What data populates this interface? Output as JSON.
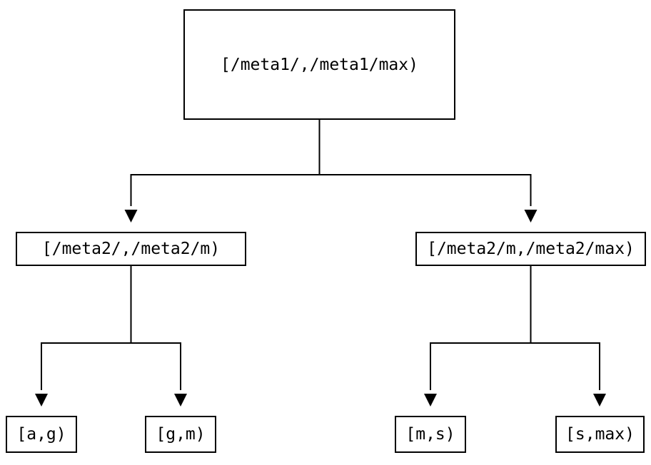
{
  "diagram": {
    "type": "tree",
    "nodes": {
      "root": {
        "label": "[/meta1/,/meta1/max)"
      },
      "left": {
        "label": "[/meta2/,/meta2/m)"
      },
      "right": {
        "label": "[/meta2/m,/meta2/max)"
      },
      "leaf_ag": {
        "label": "[a,g)"
      },
      "leaf_gm": {
        "label": "[g,m)"
      },
      "leaf_ms": {
        "label": "[m,s)"
      },
      "leaf_smax": {
        "label": "[s,max)"
      }
    },
    "edges": [
      {
        "from": "root",
        "to": "left"
      },
      {
        "from": "root",
        "to": "right"
      },
      {
        "from": "left",
        "to": "leaf_ag"
      },
      {
        "from": "left",
        "to": "leaf_gm"
      },
      {
        "from": "right",
        "to": "leaf_ms"
      },
      {
        "from": "right",
        "to": "leaf_smax"
      }
    ]
  },
  "colors": {
    "background": "#ffffff",
    "line": "#000000",
    "box_border": "#000000",
    "text": "#000000"
  }
}
